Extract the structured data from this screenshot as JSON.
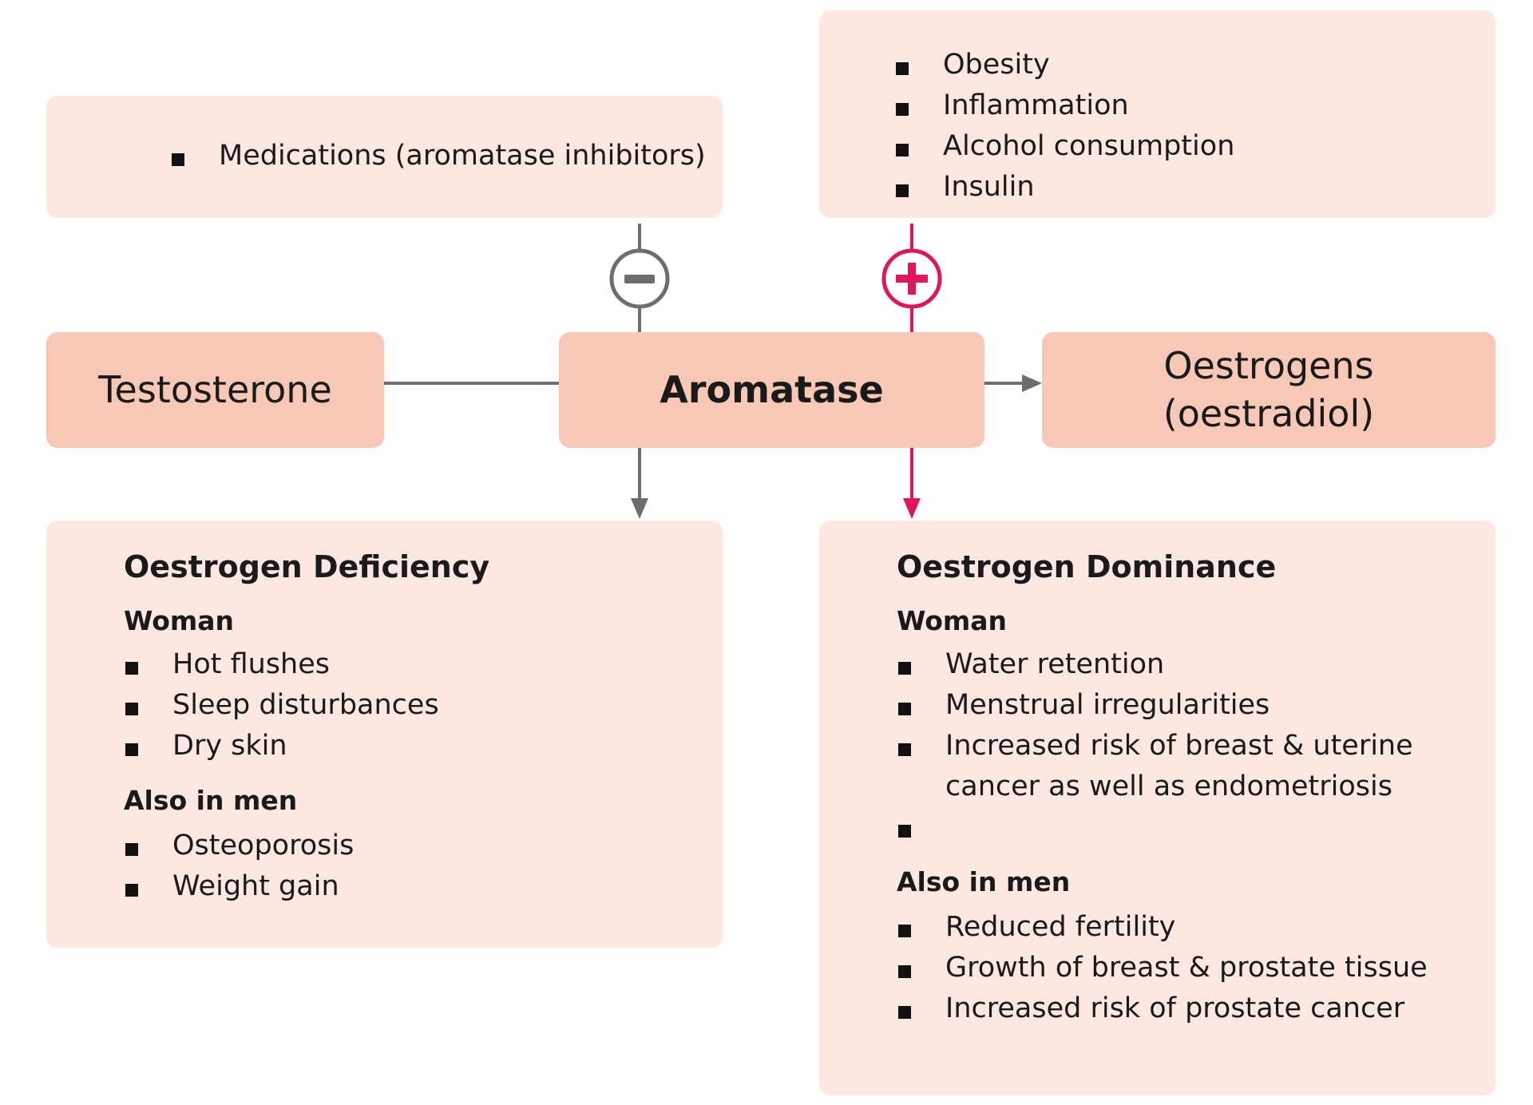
{
  "inhibitors": {
    "items": [
      "Medications (aromatase inhibitors)"
    ]
  },
  "promoters": {
    "items": [
      "Obesity",
      "Inflammation",
      "Alcohol consumption",
      "Insulin"
    ]
  },
  "nodes": {
    "testosterone": "Testosterone",
    "aromatase": "Aromatase",
    "oestrogens_line1": "Oestrogens",
    "oestrogens_line2": "(oestradiol)"
  },
  "signs": {
    "minus_label": "−",
    "plus_label": "+"
  },
  "deficiency": {
    "title": "Oestrogen Deficiency",
    "woman_heading": "Woman",
    "woman_items": [
      "Hot flushes",
      "Sleep disturbances",
      "Dry skin"
    ],
    "men_heading": "Also in men",
    "men_items": [
      "Osteoporosis",
      "Weight gain"
    ]
  },
  "dominance": {
    "title": "Oestrogen Dominance",
    "woman_heading": "Woman",
    "woman_items": [
      "Water retention",
      "Menstrual irregularities",
      "Increased risk of breast & uterine cancer as well as endometriosis",
      ""
    ],
    "men_heading": "Also in men",
    "men_items": [
      "Reduced fertility",
      "Growth of breast & prostate tissue",
      "Increased risk of prostate cancer"
    ]
  },
  "colors": {
    "box_light": "#fde8e1",
    "box_mid": "#f8c8b6",
    "inhibit_gray": "#6d6d6d",
    "promote_pink": "#e0155a"
  }
}
